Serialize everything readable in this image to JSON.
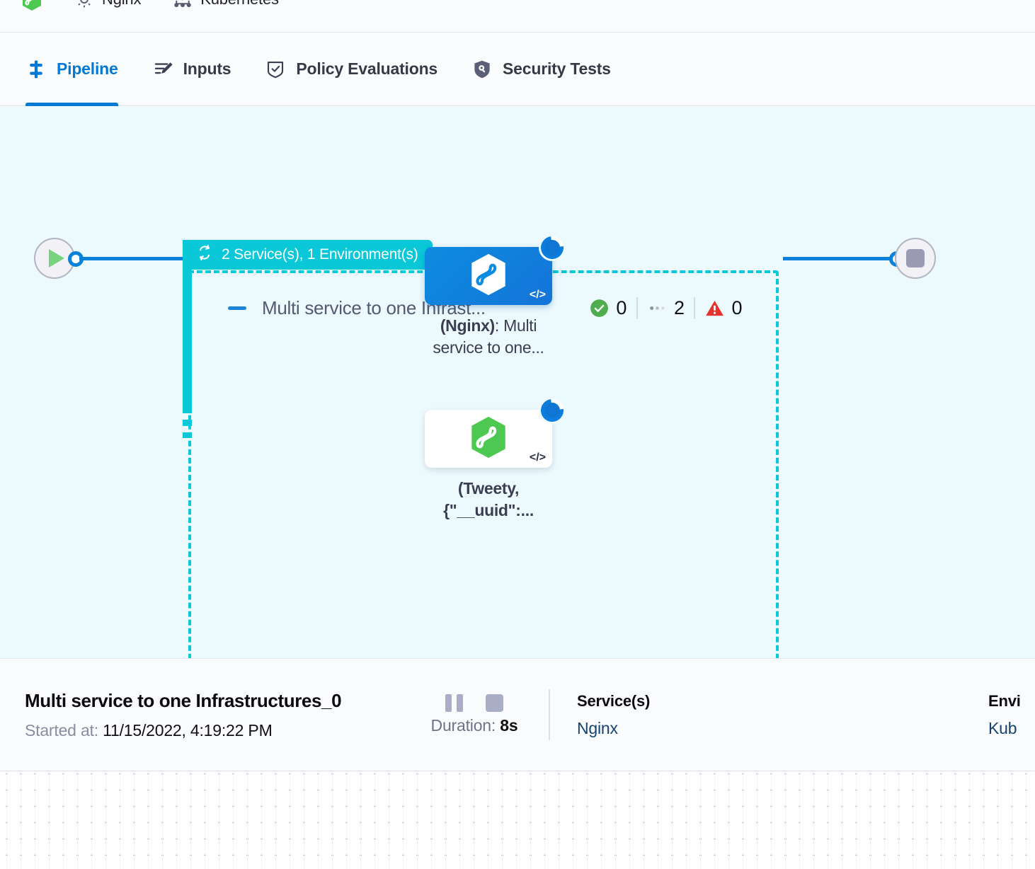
{
  "breadcrumb": {
    "logo_icon": "harness-hexagon-logo-green",
    "items": [
      {
        "icon": "gear-icon",
        "label": "Nginx"
      },
      {
        "icon": "kubernetes-node-icon",
        "label": "Kubernetes"
      }
    ]
  },
  "tabs": [
    {
      "id": "pipeline",
      "label": "Pipeline",
      "icon": "pipeline-icon",
      "active": true
    },
    {
      "id": "inputs",
      "label": "Inputs",
      "icon": "inputs-wand-icon",
      "active": false
    },
    {
      "id": "policy",
      "label": "Policy Evaluations",
      "icon": "policy-shield-check-icon",
      "active": false
    },
    {
      "id": "security",
      "label": "Security Tests",
      "icon": "security-shield-icon",
      "active": false
    }
  ],
  "canvas": {
    "group_badge": {
      "icon": "loop-repeat-icon",
      "label": "2 Service(s), 1 Environment(s)"
    },
    "stage": {
      "collapse_icon": "collapse-dash-icon",
      "title": "Multi service to one Infrast...",
      "counts": [
        {
          "icon": "success-check-icon",
          "value": "0"
        },
        {
          "icon": "running-dots-icon",
          "value": "2"
        },
        {
          "icon": "error-warning-triangle-icon",
          "value": "0"
        }
      ]
    },
    "start_node": {
      "icon": "play-icon"
    },
    "end_node": {
      "icon": "stop-icon"
    },
    "nodes": [
      {
        "id": "nginx-node",
        "logo_icon": "harness-hexagon-logo-white",
        "code_icon": "code-brackets-icon",
        "status_icon": "running-spinner-icon",
        "selected": true,
        "label_bold": "(Nginx)",
        "label_rest": ": Multi service to one..."
      },
      {
        "id": "tweety-node",
        "logo_icon": "harness-hexagon-logo-green",
        "code_icon": "code-brackets-icon",
        "status_icon": "running-spinner-icon",
        "selected": false,
        "label_bold": "(Tweety, {\"__uuid\":...",
        "label_rest": ""
      }
    ]
  },
  "execution_bar": {
    "title": "Multi service to one Infrastructures_0",
    "started_key": "Started at:",
    "started_value": " 11/15/2022, 4:19:22 PM",
    "pause_icon": "pause-icon",
    "stop_icon": "stop-icon",
    "duration_key": "Duration: ",
    "duration_value": "8s",
    "columns": [
      {
        "header": "Service(s)",
        "value": "Nginx"
      },
      {
        "header": "Envi",
        "value": "Kub"
      }
    ]
  },
  "colors": {
    "accent_blue": "#0278d5",
    "teal": "#0ac8d8",
    "canvas_bg": "#edfafd",
    "success_green": "#4ead4e",
    "error_red": "#e5322d",
    "link_navy": "#16436e"
  }
}
